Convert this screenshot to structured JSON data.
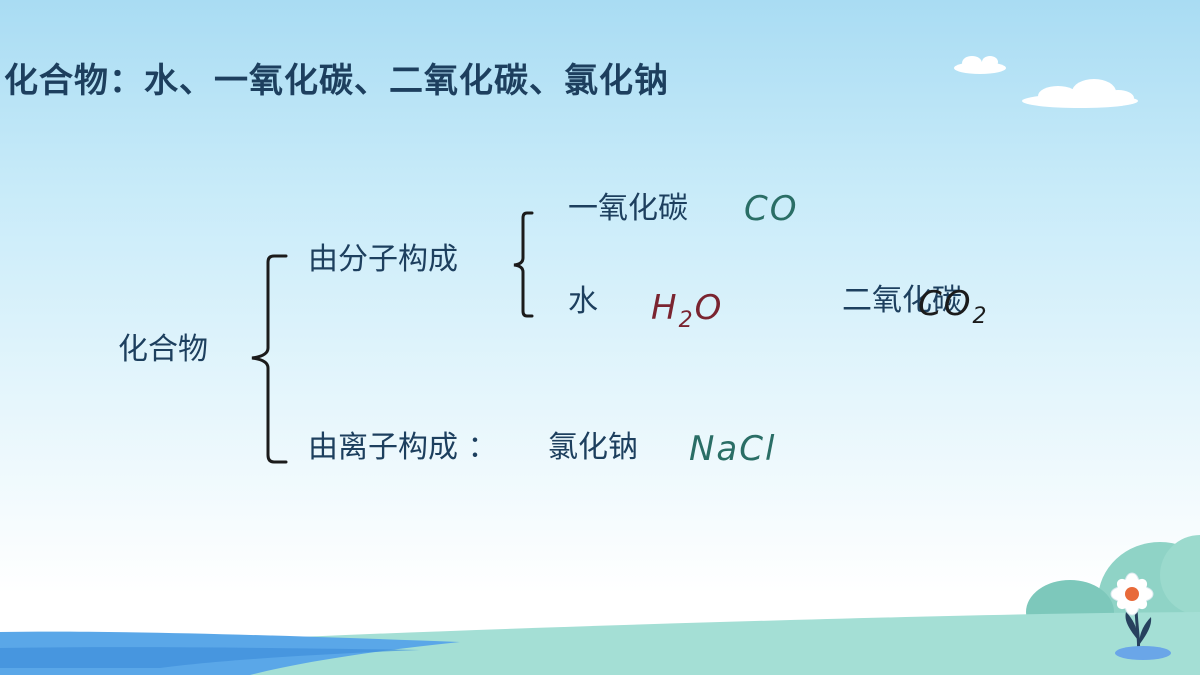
{
  "title": "化合物：水、一氧化碳、二氧化碳、氯化钠",
  "diagram": {
    "root": "化合物",
    "molecular": {
      "label": "由分子构成",
      "items": [
        {
          "name": "一氧化碳",
          "formula": {
            "main": "CO",
            "sub": "",
            "tail": ""
          }
        },
        {
          "name": "水",
          "formula": {
            "main": "H",
            "sub": "2",
            "tail": "O"
          }
        },
        {
          "name": "二氧化碳",
          "formula": {
            "main": "CO",
            "sub": "2",
            "tail": ""
          }
        }
      ]
    },
    "ionic": {
      "label": "由离子构成 ：",
      "items": [
        {
          "name": "氯化钠",
          "formula": {
            "main": "NaCl",
            "sub": "",
            "tail": ""
          }
        }
      ]
    }
  },
  "colors": {
    "text": "#1d3f5e",
    "formula_teal": "#2a6e66",
    "formula_maroon": "#7a2430",
    "formula_black": "#1b1b1b",
    "sky_top": "#a9dcf3",
    "hill_teal": "#8fd3c6",
    "water_blue": "#5aa7e8"
  }
}
